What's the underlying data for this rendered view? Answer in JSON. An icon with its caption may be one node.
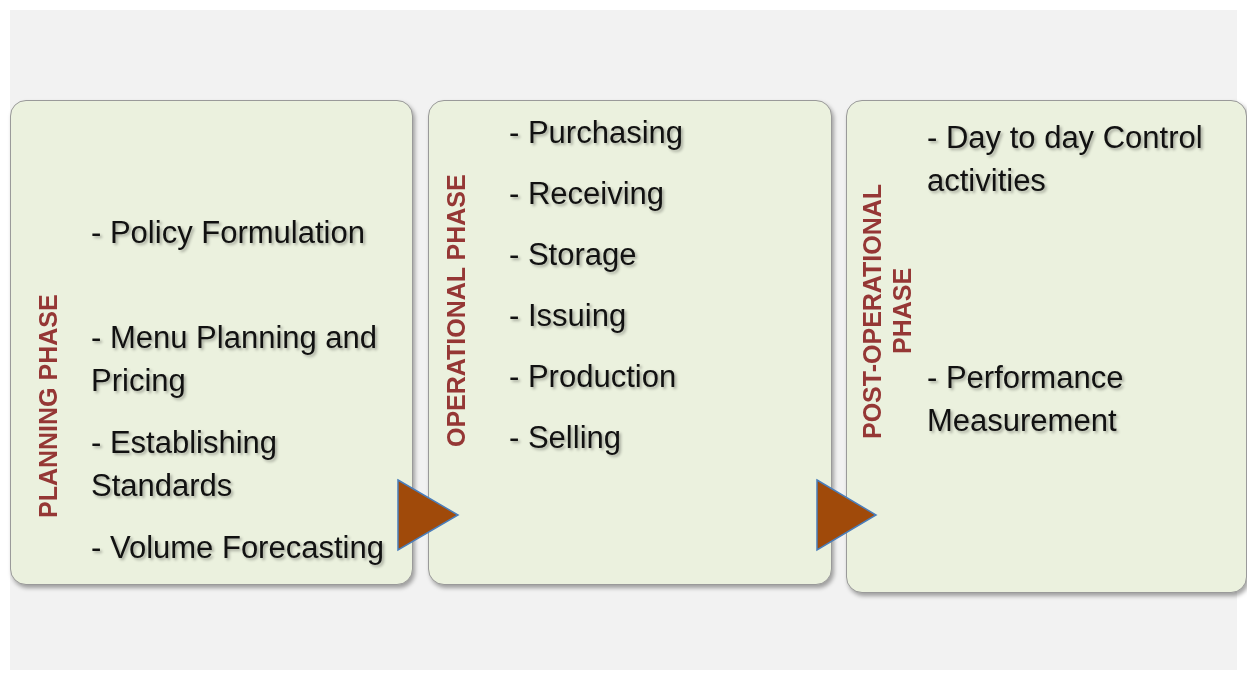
{
  "diagram": {
    "nodes": [
      {
        "text": [
          "PLANNING PHASE",
          "- Policy Formulation",
          "- Menu Planning and Pricing",
          "- Establishing Standards",
          "- Volume Forecasting"
        ]
      },
      {
        "text": [
          "OPERATIONAL PHASE",
          "- Purchasing",
          "- Receiving",
          "- Storage",
          "- Issuing",
          "- Production",
          "- Selling"
        ]
      },
      {
        "text": [
          "POST-OPERATIONAL PHASE",
          "- Day to day Control activities",
          "- Performance Measurement"
        ]
      }
    ],
    "edges": [
      {
        "from": 0,
        "to": 1,
        "arrow": "to"
      },
      {
        "from": 1,
        "to": 2,
        "arrow": "to"
      }
    ]
  }
}
